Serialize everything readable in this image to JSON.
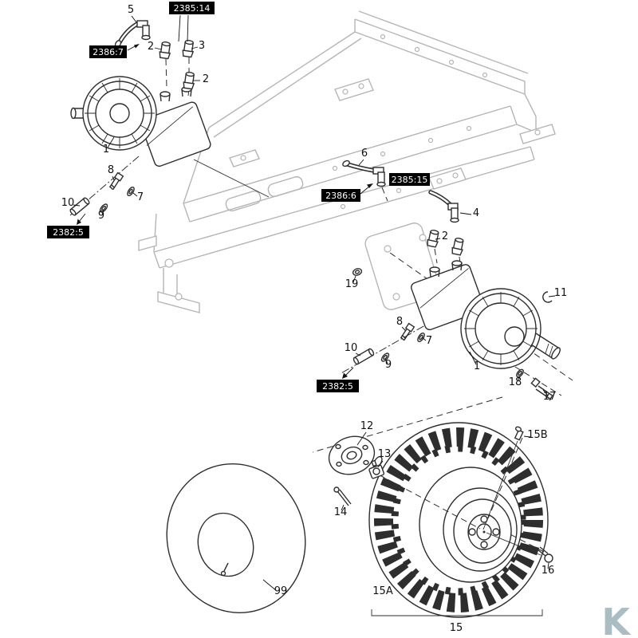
{
  "figure": {
    "kind": "exploded-parts-diagram",
    "background": "#ffffff"
  },
  "callouts": {
    "motor_left": "1",
    "motor_right": "1",
    "fitting_2_top": "2",
    "fitting_2_mid": "2",
    "fitting_2_right": "2",
    "fitting_3": "3",
    "elbow_4": "4",
    "hose_5": "5",
    "hose_6": "6",
    "washer_7_left": "7",
    "washer_7_right": "7",
    "bolt_8_left": "8",
    "bolt_8_right": "8",
    "washer_9_left": "9",
    "washer_9_right": "9",
    "spacer_10_left": "10",
    "spacer_10_right": "10",
    "clip_11": "11",
    "hub_12": "12",
    "bearing_13": "13",
    "pin_14": "14",
    "wheel_15": "15",
    "tire_15A": "15A",
    "valve_15B": "15B",
    "bolt_16": "16",
    "bolt_17": "17",
    "washer_18": "18",
    "ring_19": "19",
    "tube_99": "99"
  },
  "ref_boxes": {
    "top": "2385:14",
    "hose_left": "2386:7",
    "hose_mid": "2386:6",
    "hose_right": "2385:15",
    "axle_left": "2382:5",
    "axle_right": "2382:5"
  },
  "watermark": {
    "letter": "K",
    "color": "#a9bdc3"
  },
  "colors": {
    "frame": "#b5b5b5",
    "part_line": "#2e2e2e",
    "label_text": "#111111",
    "ref_box_bg": "#000000",
    "ref_box_text": "#ffffff"
  }
}
